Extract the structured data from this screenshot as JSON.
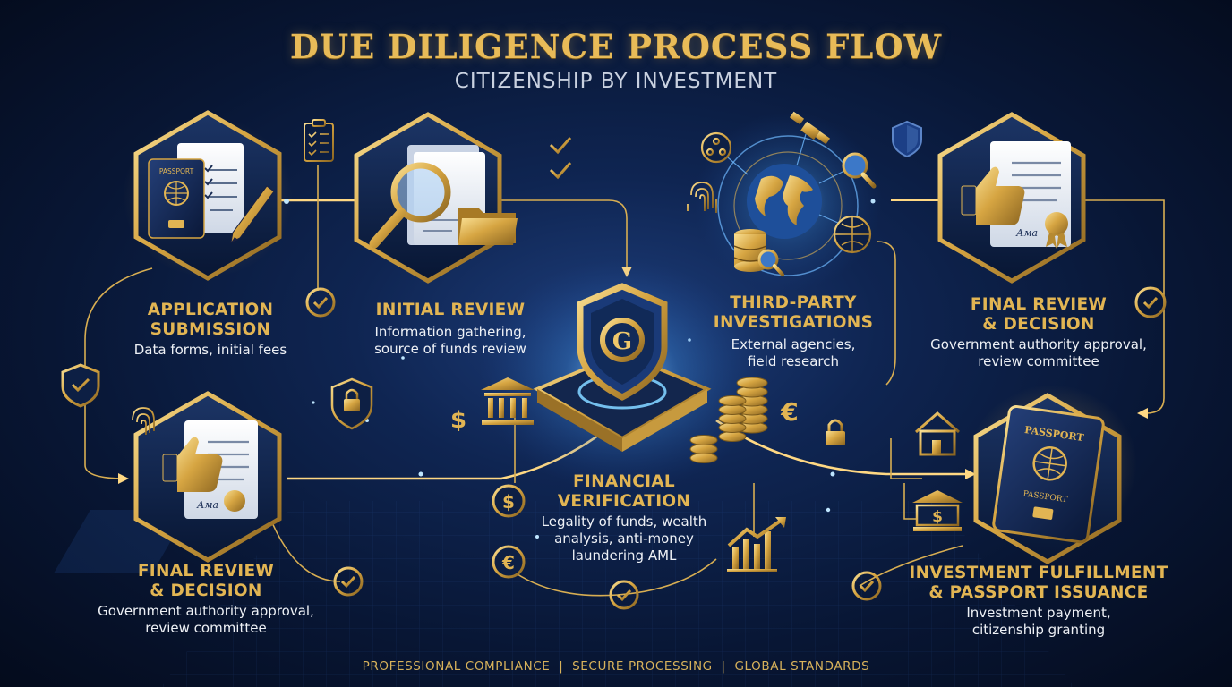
{
  "header": {
    "title": "DUE DILIGENCE PROCESS FLOW",
    "subtitle": "CITIZENSHIP BY INVESTMENT"
  },
  "steps": [
    {
      "title": "APPLICATION\nSUBMISSION",
      "desc": "Data forms, initial fees"
    },
    {
      "title": "INITIAL REVIEW",
      "desc": "Information gathering,\nsource of funds review"
    },
    {
      "title": "FINANCIAL\nVERIFICATION",
      "desc": "Legality of funds, wealth\nanalysis, anti-money\nlaundering AML"
    },
    {
      "title": "THIRD-PARTY\nINVESTIGATIONS",
      "desc": "External agencies,\nfield research"
    },
    {
      "title": "FINAL REVIEW\n& DECISION",
      "desc": "Government authority approval,\nreview committee"
    },
    {
      "title": "FINAL REVIEW\n& DECISION",
      "desc": "Government authority approval,\nreview committee"
    },
    {
      "title": "INVESTMENT FULFILLMENT\n& PASSPORT ISSUANCE",
      "desc": "Investment payment,\ncitizenship granting"
    }
  ],
  "icons": {
    "passport_label": "PASSPORT",
    "center_emblem_letter": "G",
    "dollar_symbol": "$",
    "euro_symbol": "€",
    "signature_text": "Ама"
  },
  "footer": {
    "text": "PROFESSIONAL COMPLIANCE  |  SECURE PROCESSING  |  GLOBAL STANDARDS"
  },
  "colors": {
    "gold": "#e2b553",
    "navy": "#0b1c3e",
    "glow_blue": "#58b7ff"
  }
}
